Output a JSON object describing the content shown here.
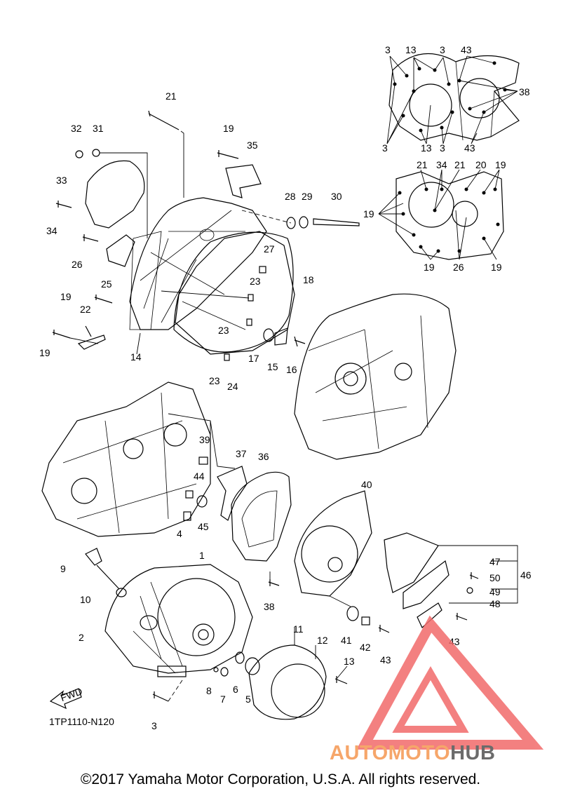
{
  "diagram_code": "1TP1110-N120",
  "fwd_label": "FWD",
  "copyright": "©2017 Yamaha Motor Corporation, U.S.A. All rights reserved.",
  "watermark": {
    "part1": "AUTOMOTO",
    "part2": "HUB",
    "color1": "#f6a66a",
    "color2": "#6b6b6b",
    "triangle": "#f26b6b"
  },
  "callouts": [
    "3",
    "13",
    "3",
    "43",
    "38",
    "3",
    "13",
    "3",
    "43",
    "21",
    "34",
    "21",
    "20",
    "19",
    "19",
    "19",
    "26",
    "19",
    "21",
    "32",
    "31",
    "19",
    "35",
    "33",
    "28",
    "29",
    "30",
    "34",
    "26",
    "27",
    "25",
    "18",
    "23",
    "19",
    "22",
    "23",
    "19",
    "14",
    "17",
    "15",
    "16",
    "23",
    "24",
    "39",
    "37",
    "36",
    "40",
    "44",
    "45",
    "4",
    "9",
    "1",
    "47",
    "46",
    "50",
    "49",
    "48",
    "10",
    "2",
    "38",
    "11",
    "12",
    "13",
    "41",
    "42",
    "43",
    "43",
    "6",
    "8",
    "7",
    "5",
    "3"
  ]
}
